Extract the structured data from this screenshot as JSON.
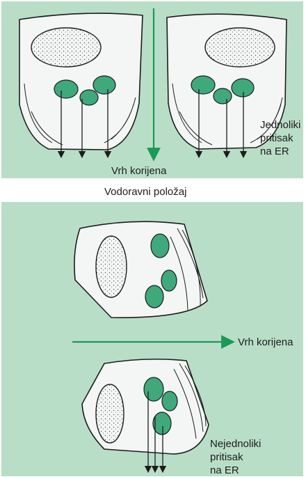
{
  "labels": {
    "root_tip_top": "Vrh korijena",
    "middle_title": "Vodoravni položaj",
    "root_tip_bottom": "Vrh korijena",
    "uniform_pressure": [
      "Jednoliki",
      "pritisak",
      "na ER"
    ],
    "nonuniform_pressure": [
      "Nejednoliki",
      "pritisak",
      "na ER"
    ]
  },
  "colors": {
    "panel_background": "#b9dec8",
    "cell_fill": "#f3f6f4",
    "amyloplast": "#3fa97c",
    "arrow_green": "#1a9a55",
    "line_dark": "#1c1c1c"
  }
}
